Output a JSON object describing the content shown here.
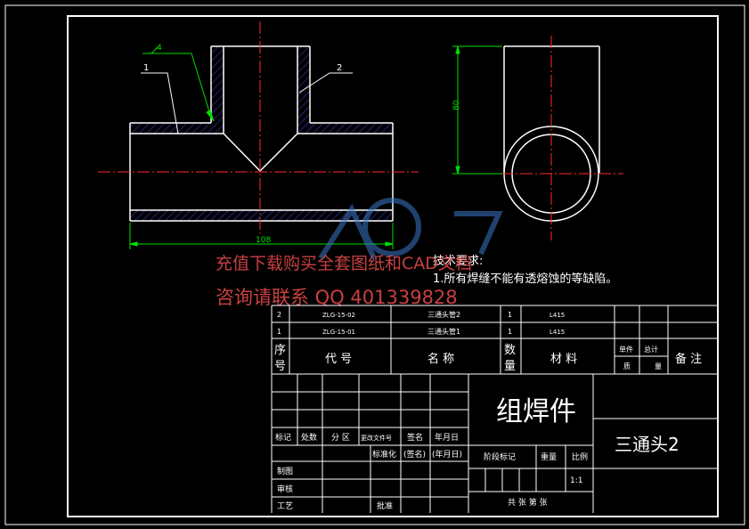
{
  "drawing": {
    "dimensions": {
      "length": "108",
      "height": "80",
      "weld": "4"
    },
    "leaders": {
      "part1": "1",
      "part2": "2"
    },
    "tech_req": {
      "title": "技术要求:",
      "item1": "1.所有焊缝不能有透熔蚀的等缺陷。"
    }
  },
  "watermark": {
    "line1": "充值下载购买全套图纸和CAD文档",
    "line2": "咨询请联系 QQ 401339828"
  },
  "bom": {
    "rows": [
      {
        "no": "2",
        "code": "ZLG-15-02",
        "name": "三通头管2",
        "qty": "1",
        "material": "L415"
      },
      {
        "no": "1",
        "code": "ZLG-15-01",
        "name": "三通头管1",
        "qty": "1",
        "material": "L415"
      }
    ],
    "header": {
      "seq_a": "序",
      "seq_b": "号",
      "code": "代 号",
      "name": "名 称",
      "qty_a": "数",
      "qty_b": "量",
      "material": "材 料",
      "unit": "单件",
      "total": "总计",
      "weight_a": "质",
      "weight_b": "量",
      "remark": "备 注"
    }
  },
  "title_block": {
    "product": "组焊件",
    "drawing_name": "三通头2",
    "labels": {
      "mark": "标记",
      "count": "处数",
      "zone": "分 区",
      "change_doc": "更改文件号",
      "sign": "签名",
      "date": "年月日",
      "standard": "标准化",
      "sign2": "(签名)",
      "date2": "(年月日)",
      "stage": "阶段标记",
      "weight": "重量",
      "scale": "比例",
      "draw": "制图",
      "review": "审核",
      "process": "工艺",
      "approve": "批准",
      "sheets": "共 张  第 张"
    },
    "scale": "1:1"
  }
}
